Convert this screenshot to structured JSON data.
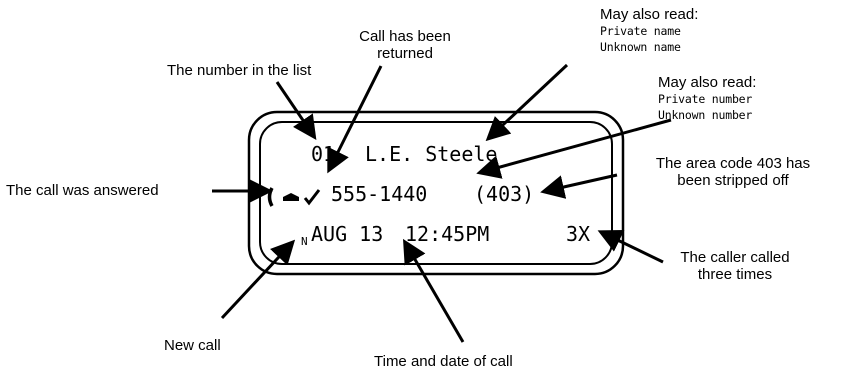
{
  "display": {
    "index": "01",
    "name": "L.E. Steele",
    "number": "555-1440",
    "area_code": "(403)",
    "new_flag": "N",
    "date": "AUG 13",
    "time": "12:45PM",
    "repeat_count": "3X"
  },
  "callouts": {
    "number_in_list": "The number in the list",
    "call_returned_1": "Call has been",
    "call_returned_2": "returned",
    "name_alt_header": "May also read:",
    "name_alt_1": "Private name",
    "name_alt_2": "Unknown name",
    "number_alt_header": "May also read:",
    "number_alt_1": "Private number",
    "number_alt_2": "Unknown number",
    "call_answered": "The call was answered",
    "area_code_1": "The area code 403 has",
    "area_code_2": "been stripped off",
    "caller_times_1": "The caller called",
    "caller_times_2": "three times",
    "new_call": "New call",
    "time_date": "Time and date of call"
  }
}
